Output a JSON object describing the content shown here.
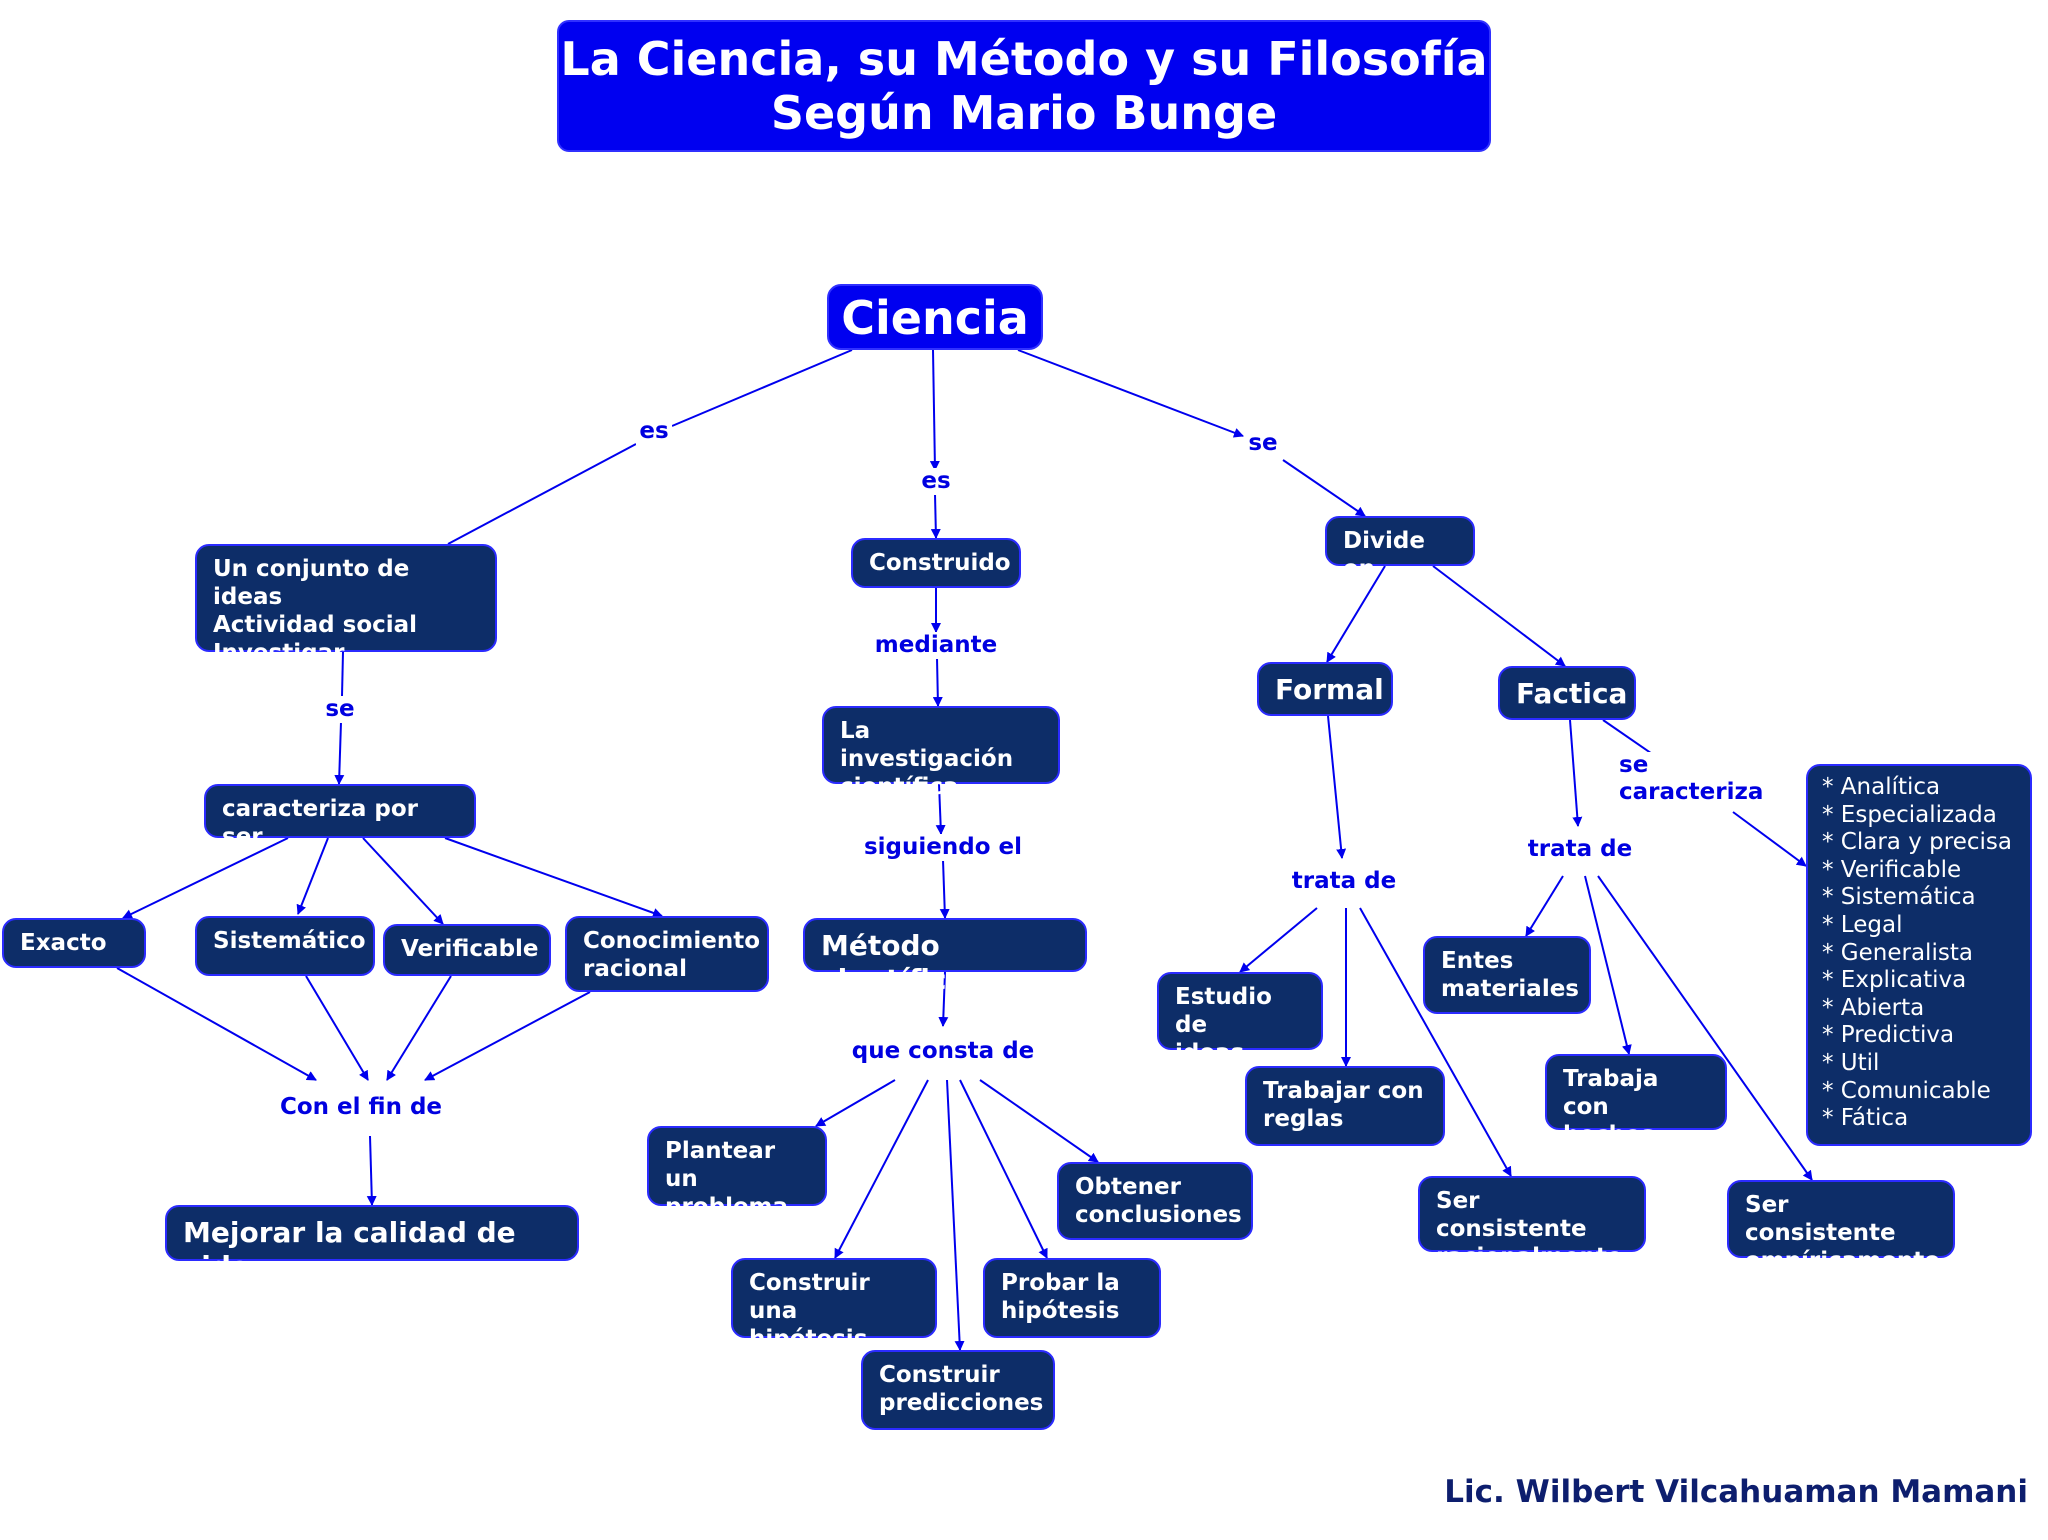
{
  "title": {
    "line1": "La Ciencia, su Método y su Filosofía",
    "line2": "Según Mario Bunge"
  },
  "nodes": {
    "ciencia": "Ciencia",
    "conjunto": "Un conjunto de ideas\nActividad social\nInvestigar",
    "caracteriza_por_ser": "caracteriza por ser",
    "exacto": "Exacto",
    "sistematico": "Sistemático",
    "verificable": "Verificable",
    "conocimiento_racional": "Conocimiento\nracional",
    "mejorar": "Mejorar la calidad de vida",
    "construido": "Construido",
    "investigacion": "La investigación\ncientífica",
    "metodo": "Método científico",
    "plantear": "Plantear un\nproblema",
    "construir_hipotesis": "Construir una\nhipótesis",
    "construir_predicciones": "Construir\npredicciones",
    "probar_hipotesis": "Probar la\nhipótesis",
    "obtener_conclusiones": "Obtener\nconclusiones",
    "divide_en": "Divide en",
    "formal": "Formal",
    "factica": "Factica",
    "estudio_ideas": "Estudio de\nideas",
    "trabajar_reglas": "Trabajar con\nreglas",
    "ser_racional": "Ser consistente\nracionalmente",
    "entes_materiales": "Entes\nmateriales",
    "trabaja_hechos": "Trabaja con\nhechos",
    "ser_empirico": "Ser consistente\nempíricamente"
  },
  "characteristics": [
    "* Analítica",
    "* Especializada",
    "* Clara y precisa",
    "* Verificable",
    "* Sistemática",
    "* Legal",
    "* Generalista",
    "* Explicativa",
    "* Abierta",
    "* Predictiva",
    "* Util",
    "* Comunicable",
    "* Fática"
  ],
  "links": {
    "es_left": "es",
    "es_mid": "es",
    "se_right": "se",
    "se_left": "se",
    "con_el_fin_de": "Con el fin de",
    "mediante": "mediante",
    "siguiendo_el": "siguiendo el",
    "que_consta_de": "que consta de",
    "trata_de_formal": "trata de",
    "trata_de_factica": "trata de",
    "se_caracteriza": "se\ncaracteriza"
  },
  "author": "Lic. Wilbert Vilcahuaman Mamani",
  "colors": {
    "title_bg": "#0000f0",
    "node_bg": "#0d2d68",
    "link_text": "#0000e0",
    "arrow": "#0000ee"
  }
}
